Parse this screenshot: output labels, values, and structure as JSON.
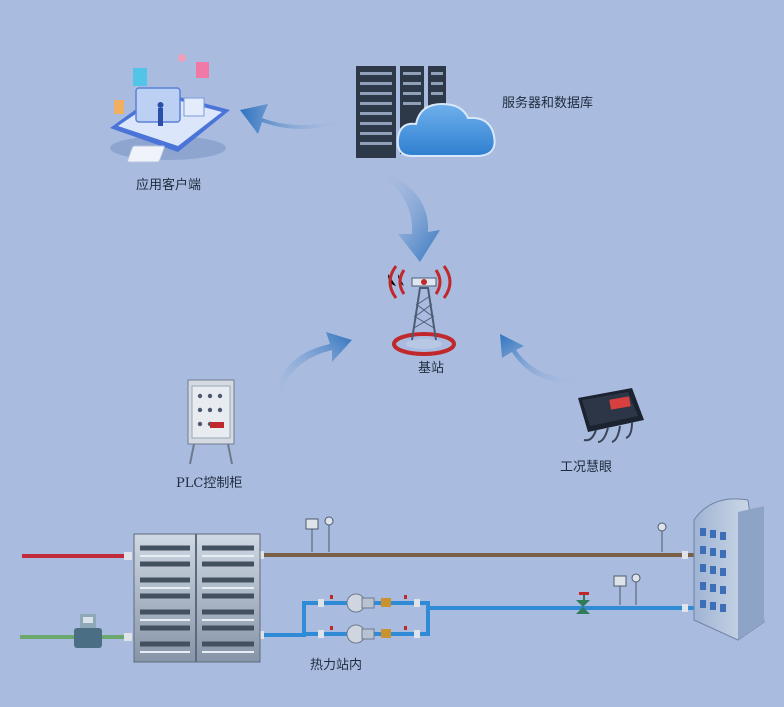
{
  "labels": {
    "app_client": "应用客户端",
    "server_db": "服务器和数据库",
    "base_station": "基站",
    "plc_cabinet": "PLC控制柜",
    "monitor_eye": "工况慧眼",
    "heat_station": "热力站内"
  },
  "colors": {
    "background": "#a9bcdf",
    "arrow_blue": "#2e73bf",
    "pipe_red": "#c02a3a",
    "pipe_green": "#6aa86e",
    "pipe_blue": "#2f8bd6",
    "pipe_brown": "#7a6046",
    "signal_red": "#c0282c"
  },
  "icons": [
    "phone-app-icon",
    "server-rack-icon",
    "cloud-icon",
    "radio-tower-icon",
    "plc-cabinet-icon",
    "monitor-device-icon",
    "heat-exchanger-icon",
    "pump-icon",
    "valve-icon",
    "flow-meter-icon",
    "building-icon"
  ]
}
